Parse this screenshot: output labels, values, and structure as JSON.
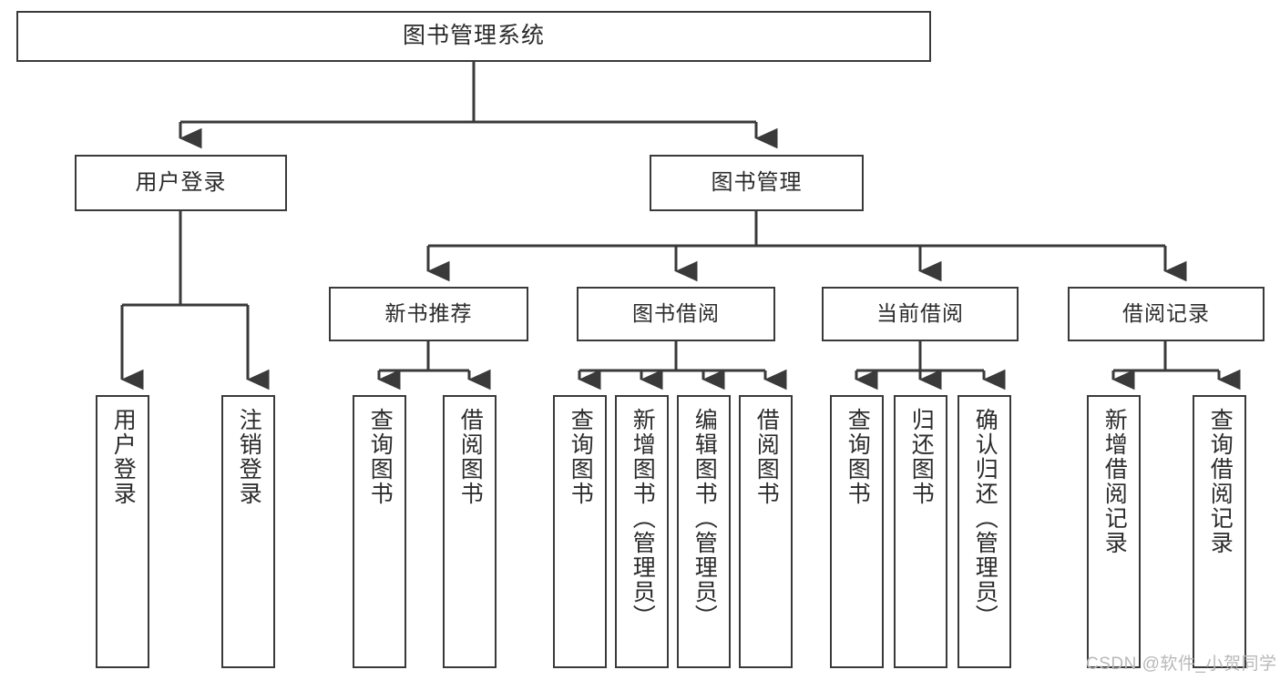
{
  "diagram": {
    "type": "tree-hierarchy-chart",
    "title": "图书管理系统",
    "line_color": "#3a3a3a",
    "text_color": "#2b2b2b",
    "background": "#ffffff"
  },
  "root": {
    "label": "图书管理系统"
  },
  "level1": [
    {
      "id": "user-login",
      "label": "用户登录"
    },
    {
      "id": "book-management",
      "label": "图书管理"
    }
  ],
  "level2": [
    {
      "id": "new-book-recommend",
      "label": "新书推荐"
    },
    {
      "id": "book-borrow",
      "label": "图书借阅"
    },
    {
      "id": "current-borrow",
      "label": "当前借阅"
    },
    {
      "id": "borrow-record",
      "label": "借阅记录"
    }
  ],
  "leaves": {
    "user_login": [
      {
        "id": "leaf-user-login",
        "label": "用户登录"
      },
      {
        "id": "leaf-logout",
        "label": "注销登录"
      }
    ],
    "new_book_recommend": [
      {
        "id": "leaf-query-book-1",
        "label": "查询图书"
      },
      {
        "id": "leaf-borrow-book-1",
        "label": "借阅图书"
      }
    ],
    "book_borrow": [
      {
        "id": "leaf-query-book-2",
        "label": "查询图书"
      },
      {
        "id": "leaf-add-book",
        "label": "新增图书（管理员）"
      },
      {
        "id": "leaf-edit-book",
        "label": "编辑图书（管理员）"
      },
      {
        "id": "leaf-borrow-book-2",
        "label": "借阅图书"
      }
    ],
    "current_borrow": [
      {
        "id": "leaf-query-book-3",
        "label": "查询图书"
      },
      {
        "id": "leaf-return-book",
        "label": "归还图书"
      },
      {
        "id": "leaf-confirm-return",
        "label": "确认归还（管理员）"
      }
    ],
    "borrow_record": [
      {
        "id": "leaf-add-record",
        "label": "新增借阅记录"
      },
      {
        "id": "leaf-query-record",
        "label": "查询借阅记录"
      }
    ]
  },
  "watermark": {
    "text": "CSDN @软件_小贺同学"
  }
}
